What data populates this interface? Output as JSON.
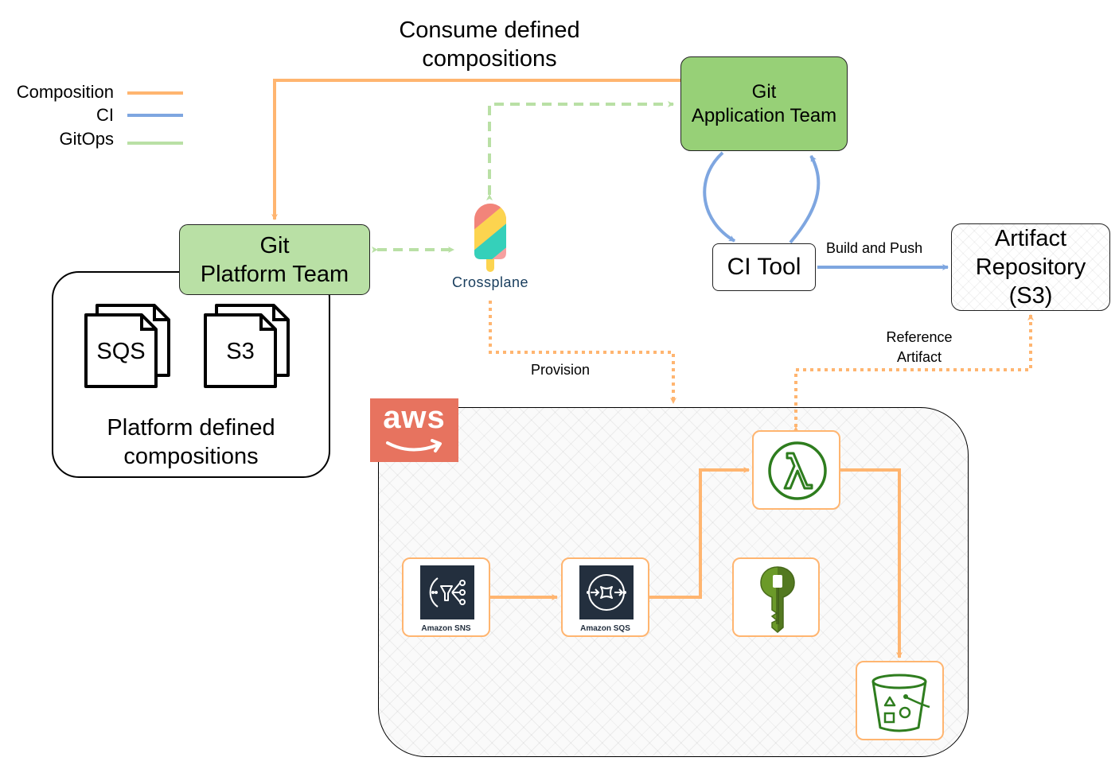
{
  "title": "Consume defined\ncompositions",
  "legend": [
    {
      "label": "Composition",
      "color": "#ffb570"
    },
    {
      "label": "CI",
      "color": "#7ea6e0"
    },
    {
      "label": "GitOps",
      "color": "#b9e0a5"
    }
  ],
  "nodes": {
    "git_app": "Git\nApplication Team",
    "git_platform": "Git\nPlatform Team",
    "ci_tool": "CI Tool",
    "artifact_repo": "Artifact\nRepository\n(S3)",
    "platform_compositions": "Platform defined\ncompositions",
    "crossplane": "Crossplane"
  },
  "documents": [
    "SQS",
    "S3"
  ],
  "edge_labels": {
    "build_push": "Build and Push",
    "reference": "Reference\nArtifact",
    "provision": "Provision"
  },
  "aws": {
    "logo": "aws",
    "services": {
      "sns": "Amazon SNS",
      "sqs": "Amazon SQS",
      "lambda": "lambda-icon",
      "kms": "key-icon",
      "s3": "s3-bucket-icon"
    }
  },
  "colors": {
    "composition": "#ffb570",
    "ci": "#7ea6e0",
    "gitops": "#b9e0a5",
    "aws_logo_bg": "#e7735f",
    "service_green": "#2e7d1e",
    "service_dark": "#232f3e"
  }
}
